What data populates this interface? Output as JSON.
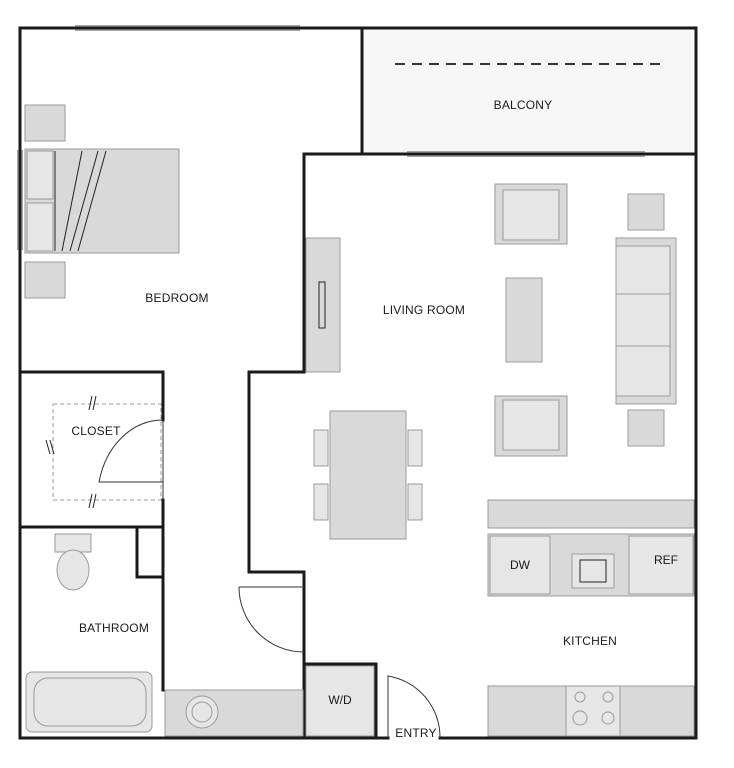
{
  "rooms": {
    "balcony": "BALCONY",
    "bedroom": "BEDROOM",
    "living_room": "LIVING ROOM",
    "closet": "CLOSET",
    "bathroom": "BATHROOM",
    "kitchen": "KITCHEN",
    "entry": "ENTRY"
  },
  "appliances": {
    "dishwasher": "DW",
    "refrigerator": "REF",
    "washer_dryer": "W/D"
  }
}
